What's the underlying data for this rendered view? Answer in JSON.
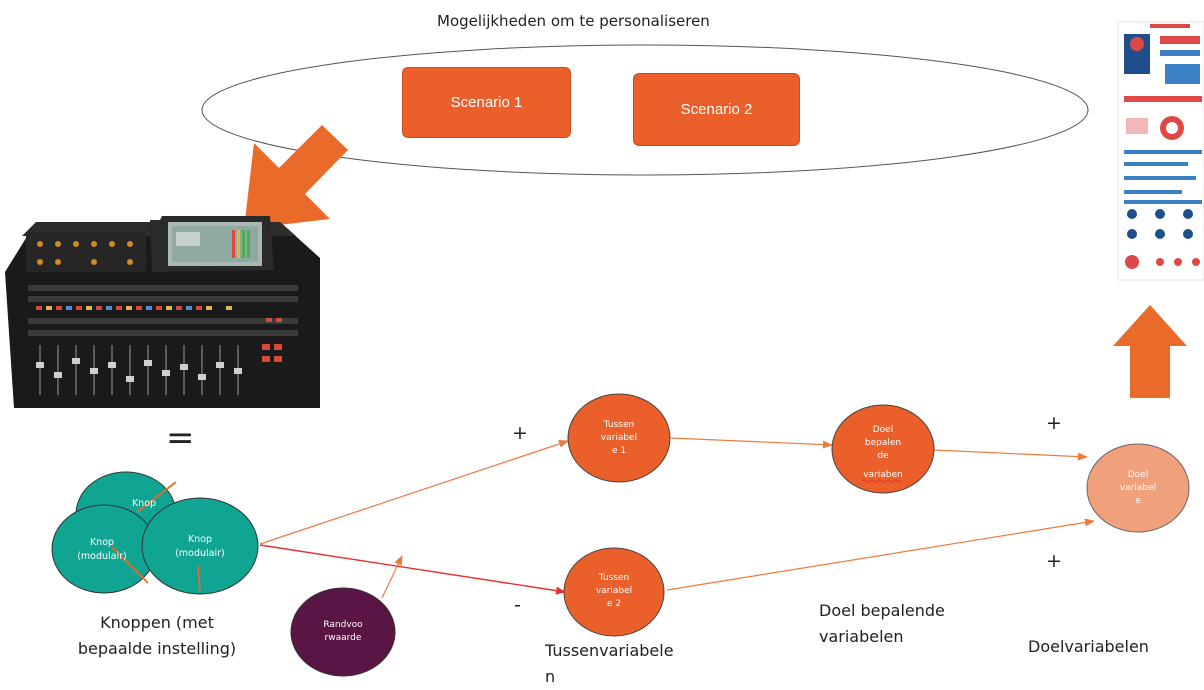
{
  "title": "Mogelijkheden om te personaliseren",
  "scenarios": [
    "Scenario 1",
    "Scenario 2"
  ],
  "equals_sign": "=",
  "knop_label": [
    "Knop",
    "(modulair)"
  ],
  "knoppen_label": [
    "Knoppen (met",
    "bepaalde instelling)"
  ],
  "randvoorwaarde": [
    "Randvoo",
    "rwaarde"
  ],
  "tussen1": [
    "Tussen",
    "variabel",
    "e 1"
  ],
  "tussen2": [
    "Tussen",
    "variabel",
    "e 2"
  ],
  "doel_bepalend": [
    "Doel",
    "bepalen",
    "de",
    "variaben"
  ],
  "doel": [
    "Doel",
    "variabel",
    "e"
  ],
  "signs": {
    "plus_top": "+",
    "minus": "-",
    "plus_right_top": "+",
    "plus_right_bottom": "+"
  },
  "col_labels": {
    "tussen": [
      "Tussenvariabele",
      "n"
    ],
    "doel_bepalend": [
      "Doel bepalende",
      "variabelen"
    ],
    "doel": "Doelvariabelen"
  },
  "colors": {
    "orange": "#ea5f2a",
    "teal": "#10a593",
    "purple": "#5a1545",
    "light_orange": "#f0a07a",
    "red": "#e8302c"
  }
}
